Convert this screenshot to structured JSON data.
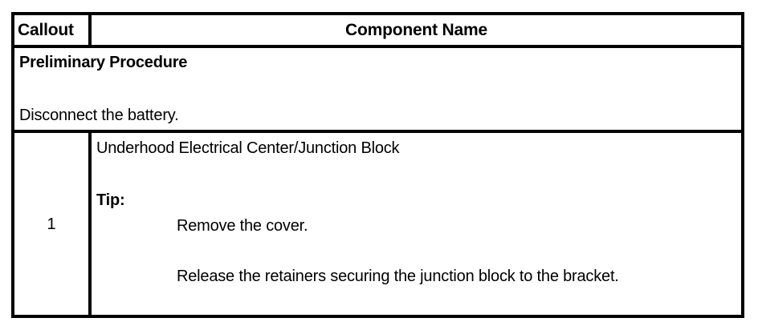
{
  "document": {
    "type": "service-procedure-table",
    "background_color": "#ffffff",
    "text_color": "#000000",
    "border_color": "#000000"
  },
  "table": {
    "header": {
      "callout_label": "Callout",
      "component_label": "Component Name"
    },
    "preliminary": {
      "title": "Preliminary Procedure",
      "steps": [
        "Disconnect the battery."
      ]
    },
    "rows": [
      {
        "callout": "1",
        "component_name": "Underhood Electrical Center/Junction Block",
        "tip_label": "Tip:",
        "tip_lines": [
          "Remove the cover.",
          "Release the retainers securing the junction block to the bracket."
        ]
      }
    ]
  }
}
